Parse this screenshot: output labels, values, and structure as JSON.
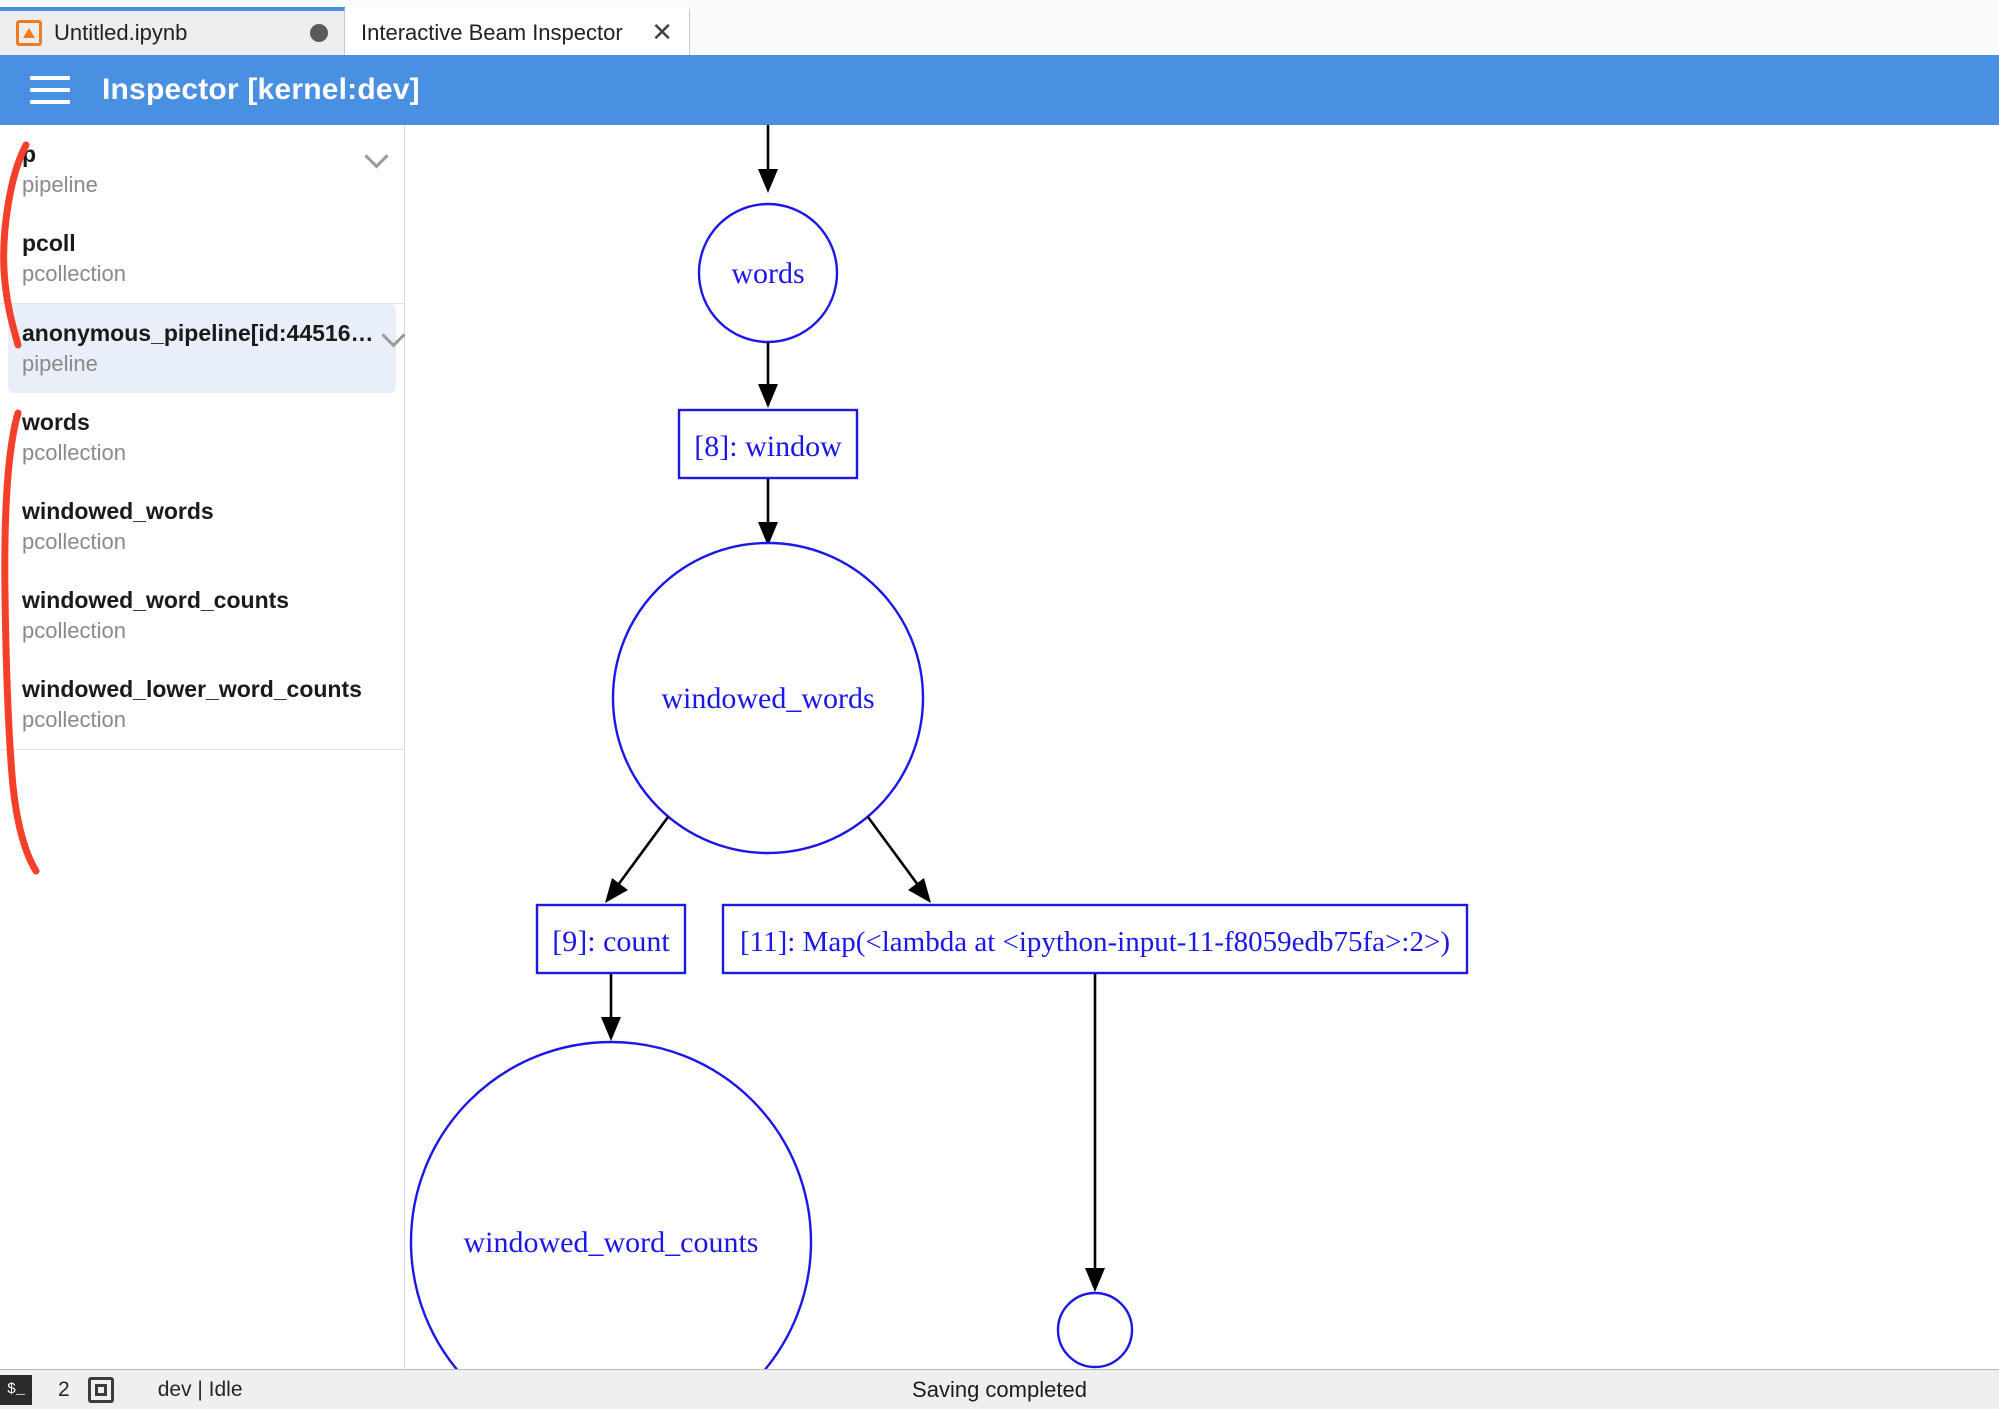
{
  "window": {
    "tabs": [
      {
        "label": "Untitled.ipynb",
        "icon": "notebook-icon",
        "state": "unsaved-dot",
        "active": false
      },
      {
        "label": "Interactive Beam Inspector",
        "icon": "none",
        "state": "closable",
        "active": true
      }
    ]
  },
  "header": {
    "menu_icon": "hamburger-icon",
    "title": "Inspector [kernel:dev]",
    "background": "#4a90e2"
  },
  "sidebar": {
    "groups": [
      {
        "items": [
          {
            "name": "p",
            "type": "pipeline",
            "chevron": true,
            "selected": false
          },
          {
            "name": "pcoll",
            "type": "pcollection",
            "chevron": false,
            "selected": false
          }
        ]
      },
      {
        "items": [
          {
            "name": "anonymous_pipeline[id:44516…",
            "type": "pipeline",
            "chevron": true,
            "selected": true
          },
          {
            "name": "words",
            "type": "pcollection",
            "chevron": false,
            "selected": false
          },
          {
            "name": "windowed_words",
            "type": "pcollection",
            "chevron": false,
            "selected": false
          },
          {
            "name": "windowed_word_counts",
            "type": "pcollection",
            "chevron": false,
            "selected": false
          },
          {
            "name": "windowed_lower_word_counts",
            "type": "pcollection",
            "chevron": false,
            "selected": false
          }
        ]
      }
    ],
    "annotation_color": "#f4402a"
  },
  "graph": {
    "node_color": "#1a17e8",
    "edge_color": "#000000",
    "nodes": [
      {
        "id": "words",
        "label": "words",
        "shape": "ellipse"
      },
      {
        "id": "window",
        "label": "[8]: window",
        "shape": "box"
      },
      {
        "id": "windowed_words",
        "label": "windowed_words",
        "shape": "ellipse"
      },
      {
        "id": "count",
        "label": "[9]: count",
        "shape": "box"
      },
      {
        "id": "map",
        "label": "[11]: Map(<lambda at <ipython-input-11-f8059edb75fa>:2>)",
        "shape": "box"
      },
      {
        "id": "windowed_word_counts",
        "label": "windowed_word_counts",
        "shape": "ellipse"
      },
      {
        "id": "unnamed",
        "label": "",
        "shape": "ellipse"
      }
    ],
    "edges": [
      {
        "from": "(top)",
        "to": "words"
      },
      {
        "from": "words",
        "to": "window"
      },
      {
        "from": "window",
        "to": "windowed_words"
      },
      {
        "from": "windowed_words",
        "to": "count"
      },
      {
        "from": "windowed_words",
        "to": "map"
      },
      {
        "from": "count",
        "to": "windowed_word_counts"
      },
      {
        "from": "map",
        "to": "unnamed"
      }
    ]
  },
  "statusbar": {
    "terminal_icon": "terminal-icon",
    "terminal_count": "2",
    "kernel_icon": "cpu-chip-icon",
    "kernel_status": "dev | Idle",
    "message": "Saving completed"
  }
}
